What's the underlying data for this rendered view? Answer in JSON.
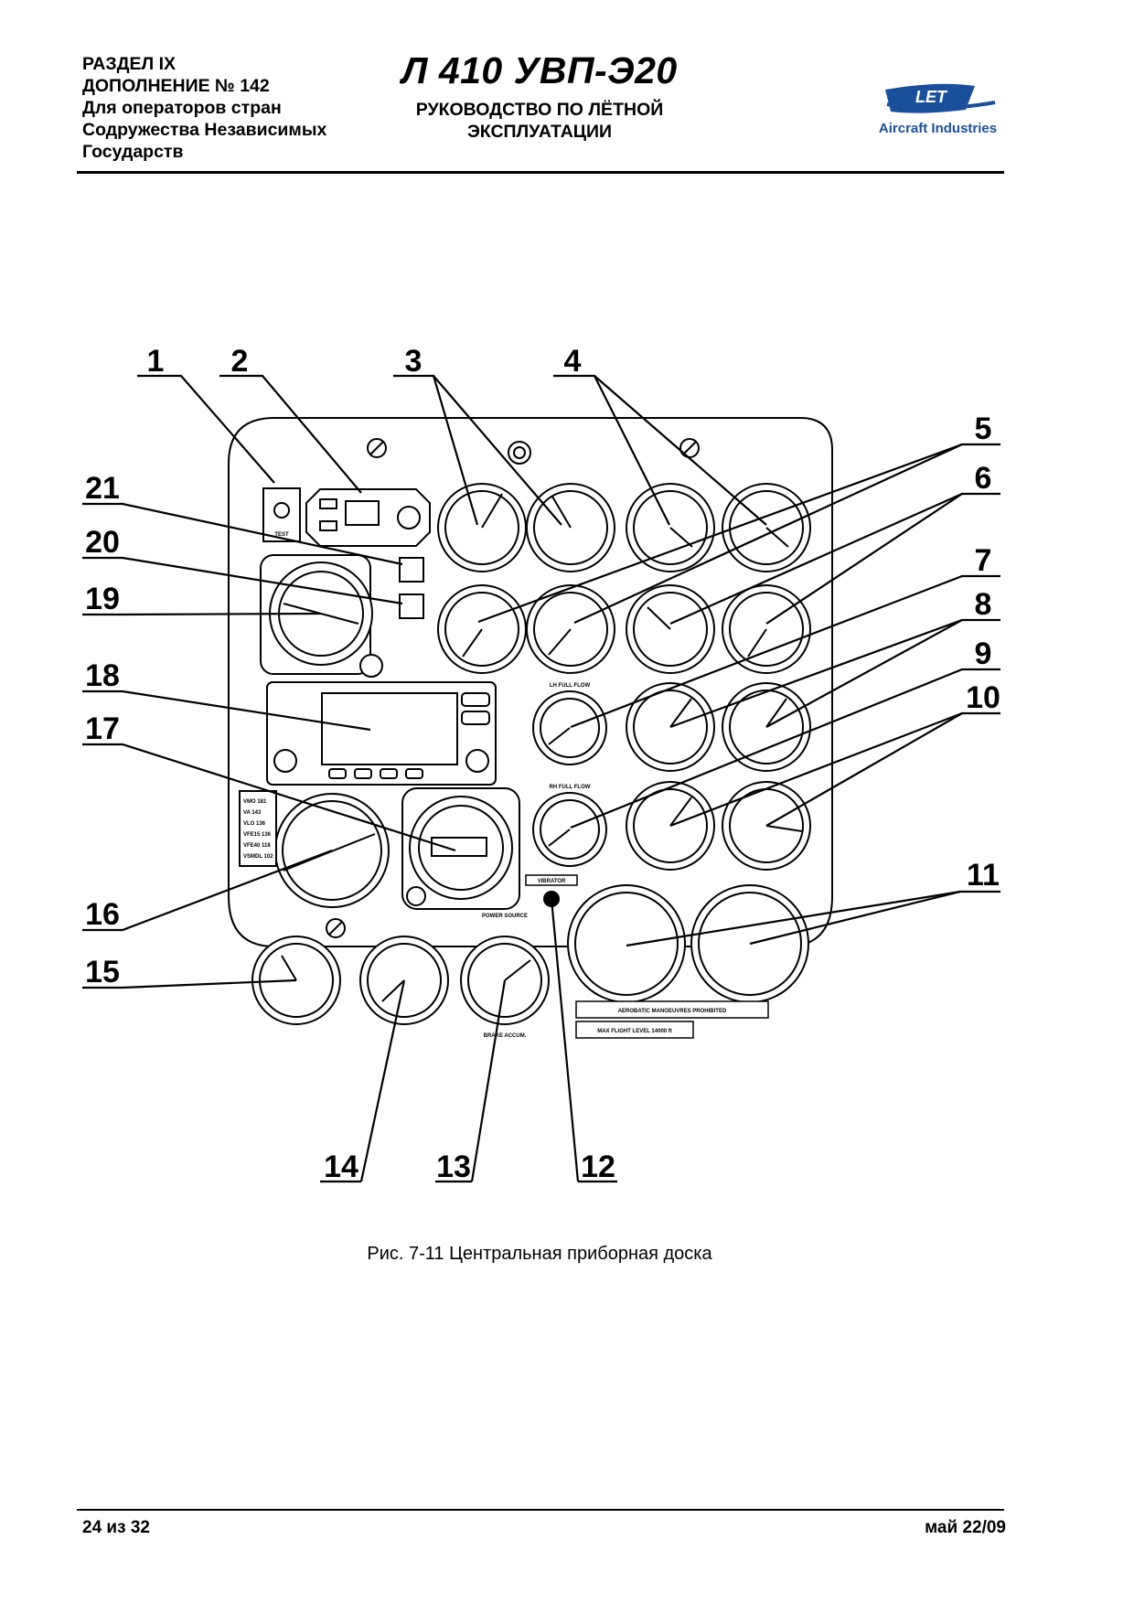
{
  "header": {
    "section": "РАЗДЕЛ IX",
    "supplement": "ДОПОЛНЕНИЕ № 142",
    "audience_line1": "Для операторов стран",
    "audience_line2": "Содружества Независимых",
    "audience_line3": "Государств",
    "title": "Л 410 УВП-Э20",
    "subtitle_line1": "РУКОВОДСТВО ПО ЛЁТНОЙ",
    "subtitle_line2": "ЭКСПЛУАТАЦИИ",
    "logo_mark": "LET",
    "logo_company": "Aircraft Industries"
  },
  "figure": {
    "caption": "Рис. 7-11 Центральная приборная доска",
    "callouts": [
      "1",
      "2",
      "3",
      "4",
      "5",
      "6",
      "7",
      "8",
      "9",
      "10",
      "11",
      "12",
      "13",
      "14",
      "15",
      "16",
      "17",
      "18",
      "19",
      "20",
      "21"
    ],
    "panel_labels": {
      "lh_full_flow": "LH FULL FLOW",
      "rh_full_flow": "RH FULL FLOW",
      "vibrator": "VIBRATOR",
      "power_source": "POWER SOURCE",
      "brake_accum": "BRAKE ACCUM.",
      "aerobatic": "AEROBATIC MANOEUVRES PROHIBITED",
      "max_flight_level": "MAX FLIGHT LEVEL 14000 ft",
      "test": "TEST",
      "speed_placard": [
        "VMO 181",
        "VA 143",
        "VLO 136",
        "VFE15 136",
        "VFE40 118",
        "VSMDL 102"
      ]
    }
  },
  "footer": {
    "page": "24 из 32",
    "date": "май 22/09"
  }
}
